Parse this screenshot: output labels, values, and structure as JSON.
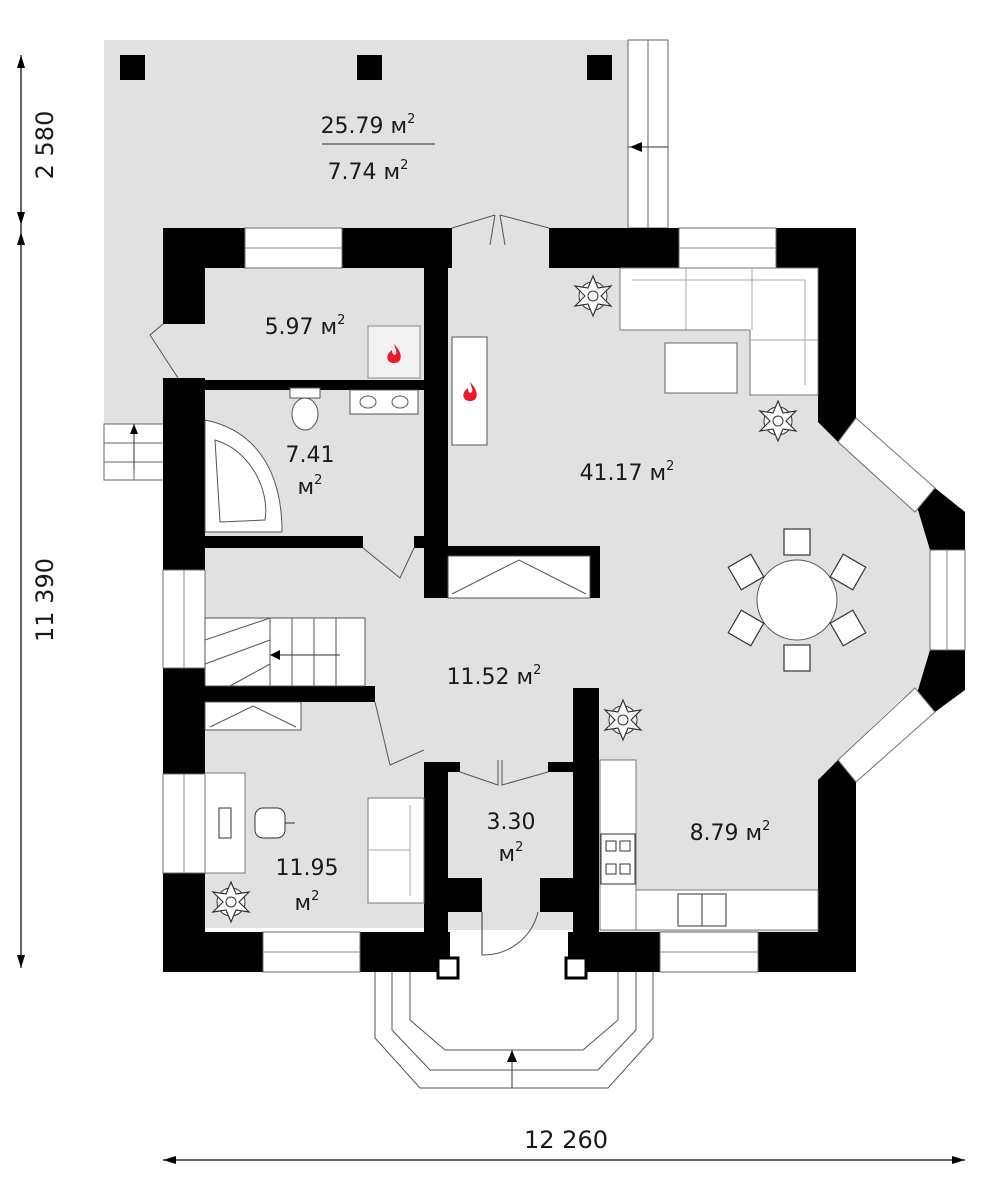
{
  "dimensions": {
    "top": "2 580",
    "side": "11 390",
    "bottom": "12 260"
  },
  "terrace": {
    "area_total": "25.79 м",
    "area_partial": "7.74 м"
  },
  "rooms": {
    "boiler": "5.97 м",
    "bath_value": "7.41",
    "living": "41.17 м",
    "hall": "11.52 м",
    "cabinet_value": "11.95",
    "vestibule_value": "3.30",
    "kitchen": "8.79 м",
    "unit": "м",
    "sup": "2"
  },
  "colors": {
    "wall": "#000000",
    "floor": "#e1e1e1",
    "flame": "#e8192c"
  },
  "icons": [
    "flame-icon",
    "plant-icon",
    "toilet-icon",
    "sink-icon",
    "stove-icon",
    "office-chair-icon"
  ]
}
